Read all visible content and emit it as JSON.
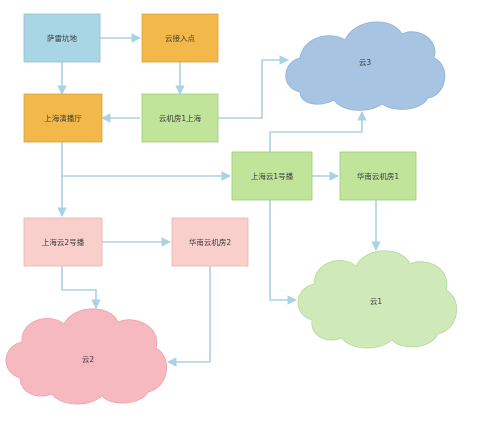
{
  "colors": {
    "blue_box": "#a9d6e5",
    "orange_box": "#f2b94a",
    "green_box": "#bfe49a",
    "pink_box": "#f9cfcb",
    "connector": "#a9d3e3",
    "cloud_blue": "#a7c4e3",
    "cloud_green": "#cfe9b9",
    "cloud_pink": "#f7b9c0"
  },
  "nodes": {
    "n1": "萨雷坑地",
    "n2": "云接入点",
    "n3": "上海演播厅",
    "n4": "云机房1上海",
    "n5": "上海云1号播",
    "n6": "华南云机房1",
    "n7": "上海云2号播",
    "n8": "华南云机房2"
  },
  "clouds": {
    "c3": "云3",
    "c1": "云1",
    "c2": "云2"
  }
}
